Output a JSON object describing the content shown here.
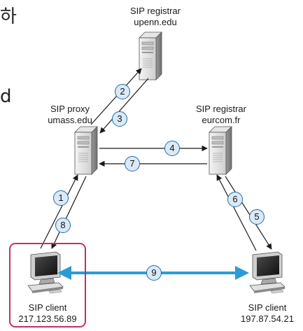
{
  "edge_fragments": {
    "top": "하",
    "middle": "d"
  },
  "nodes": {
    "registrar_upenn": {
      "title": "SIP registrar",
      "domain": "upenn.edu",
      "icon": "server-tower-icon"
    },
    "proxy_umass": {
      "title": "SIP proxy",
      "domain": "umass.edu",
      "icon": "server-tower-icon"
    },
    "registrar_eurecom": {
      "title": "SIP registrar",
      "domain": "eurcom.fr",
      "icon": "server-tower-icon"
    },
    "client_left": {
      "title": "SIP client",
      "ip": "217.123.56.89",
      "icon": "workstation-icon"
    },
    "client_right": {
      "title": "SIP client",
      "ip": "197.87.54.21",
      "icon": "workstation-icon"
    }
  },
  "steps": [
    "1",
    "2",
    "3",
    "4",
    "5",
    "6",
    "7",
    "8",
    "9"
  ],
  "colors": {
    "message_arrow": "#1a1a1a",
    "media_arrow": "#2b9bd6",
    "step_circle_fill": "#dbe9f7",
    "step_circle_border": "#1f6aa5",
    "highlight_border": "#c0306a"
  }
}
